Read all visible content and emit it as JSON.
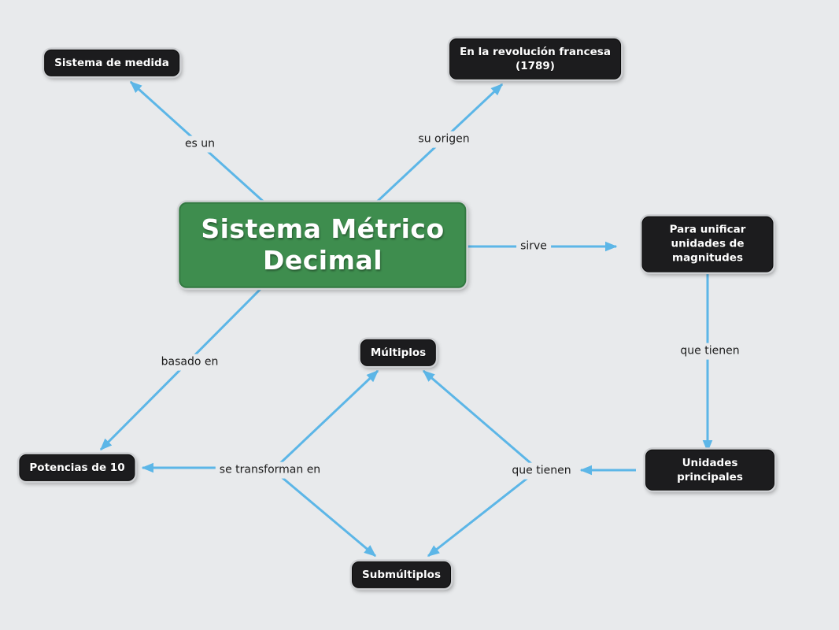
{
  "title": "Mapa conceptual: Sistema Métrico Decimal",
  "colors": {
    "canvas_background": "#e8eaec",
    "arrow": "#5cb6e7",
    "central_node_fill": "#3e8d4e",
    "concept_node_fill": "#1c1c1e",
    "node_text": "#ffffff",
    "edge_label_text": "#1b1b1b"
  },
  "nodes": {
    "central": {
      "label": "Sistema Métrico\nDecimal"
    },
    "sistema_medida": {
      "label": "Sistema de medida"
    },
    "revolucion": {
      "label": "En la revolución francesa\n(1789)"
    },
    "para_unificar": {
      "label": "Para unificar\nunidades de magnitudes"
    },
    "multiplos": {
      "label": "Múltiplos"
    },
    "potencias": {
      "label": "Potencias de 10"
    },
    "unidades": {
      "label": "Unidades principales"
    },
    "submultiplos": {
      "label": "Submúltiplos"
    }
  },
  "edge_labels": {
    "es_un": "es un",
    "su_origen": "su origen",
    "sirve": "sirve",
    "basado_en": "basado en",
    "que_tienen_derecha": "que tienen",
    "se_transforman_en": "se transforman en",
    "que_tienen_abajo": "que tienen"
  }
}
